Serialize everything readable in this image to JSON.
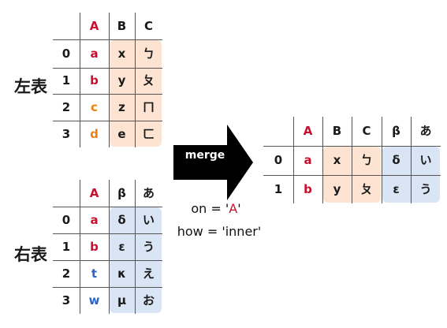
{
  "colors": {
    "red": "#c8102e",
    "orange": "#ef7d10",
    "blue": "#2e63c9",
    "dark": "#1a1a1a",
    "peach": "#fde3d1",
    "lightblue": "#d9e5f4",
    "arrow": "#000000"
  },
  "left_table": {
    "side_label": "左表",
    "columns": [
      "A",
      "B",
      "C"
    ],
    "index": [
      "0",
      "1",
      "2",
      "3"
    ],
    "rows": [
      [
        "a",
        "x",
        "ㄅ"
      ],
      [
        "b",
        "y",
        "ㄆ"
      ],
      [
        "c",
        "z",
        "ㄇ"
      ],
      [
        "d",
        "e",
        "ㄈ"
      ]
    ],
    "header_colors": [
      "red",
      "dark",
      "dark"
    ],
    "key_colors": [
      "red",
      "red",
      "orange",
      "orange"
    ],
    "highlight_columns": [
      {
        "start": 1,
        "end": 2,
        "color": "peach"
      }
    ]
  },
  "right_table": {
    "side_label": "右表",
    "columns": [
      "A",
      "β",
      "あ"
    ],
    "index": [
      "0",
      "1",
      "2",
      "3"
    ],
    "rows": [
      [
        "a",
        "δ",
        "い"
      ],
      [
        "b",
        "ε",
        "う"
      ],
      [
        "t",
        "κ",
        "え"
      ],
      [
        "w",
        "μ",
        "お"
      ]
    ],
    "header_colors": [
      "red",
      "dark",
      "dark"
    ],
    "key_colors": [
      "red",
      "red",
      "blue",
      "blue"
    ],
    "highlight_columns": [
      {
        "start": 1,
        "end": 2,
        "color": "lightblue"
      }
    ]
  },
  "result_table": {
    "columns": [
      "A",
      "B",
      "C",
      "β",
      "あ"
    ],
    "index": [
      "0",
      "1"
    ],
    "rows": [
      [
        "a",
        "x",
        "ㄅ",
        "δ",
        "い"
      ],
      [
        "b",
        "y",
        "ㄆ",
        "ε",
        "う"
      ]
    ],
    "header_colors": [
      "red",
      "dark",
      "dark",
      "dark",
      "dark"
    ],
    "key_colors": [
      "red",
      "red"
    ],
    "highlight_columns": [
      {
        "start": 1,
        "end": 2,
        "color": "peach"
      },
      {
        "start": 3,
        "end": 4,
        "color": "lightblue"
      }
    ]
  },
  "operation": {
    "name": "merge",
    "on_prefix": "on = '",
    "on_value": "A",
    "on_suffix": "'",
    "how_text": "how = 'inner'"
  }
}
